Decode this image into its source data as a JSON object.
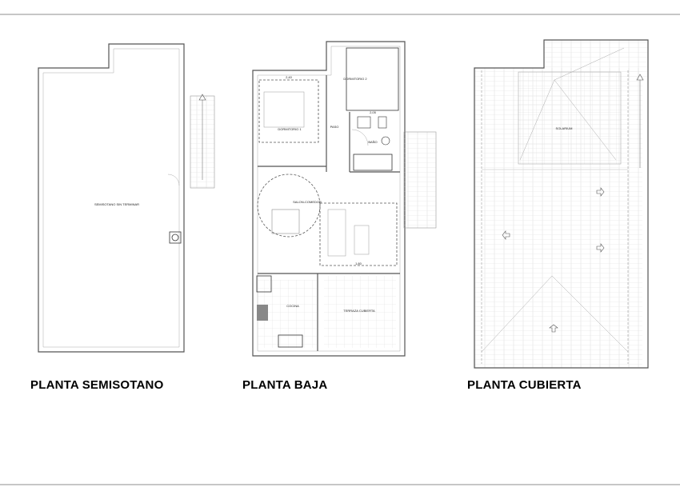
{
  "plans": [
    {
      "title": "PLANTA SEMISOTANO",
      "rooms": [
        "SEMISOTANO SIN TERMINAR"
      ]
    },
    {
      "title": "PLANTA BAJA",
      "rooms": [
        "DORMITORIO 1",
        "DORMITORIO 2",
        "PASO",
        "BAÑO",
        "SALON-COMEDOR",
        "COCINA",
        "TERRAZA CUBIERTA"
      ],
      "dimensions": [
        "2,40",
        "2,05",
        "1,80"
      ]
    },
    {
      "title": "PLANTA CUBIERTA",
      "rooms": [
        "SOLARIUM"
      ]
    }
  ],
  "colors": {
    "lines": "#555555",
    "text": "#000000"
  }
}
